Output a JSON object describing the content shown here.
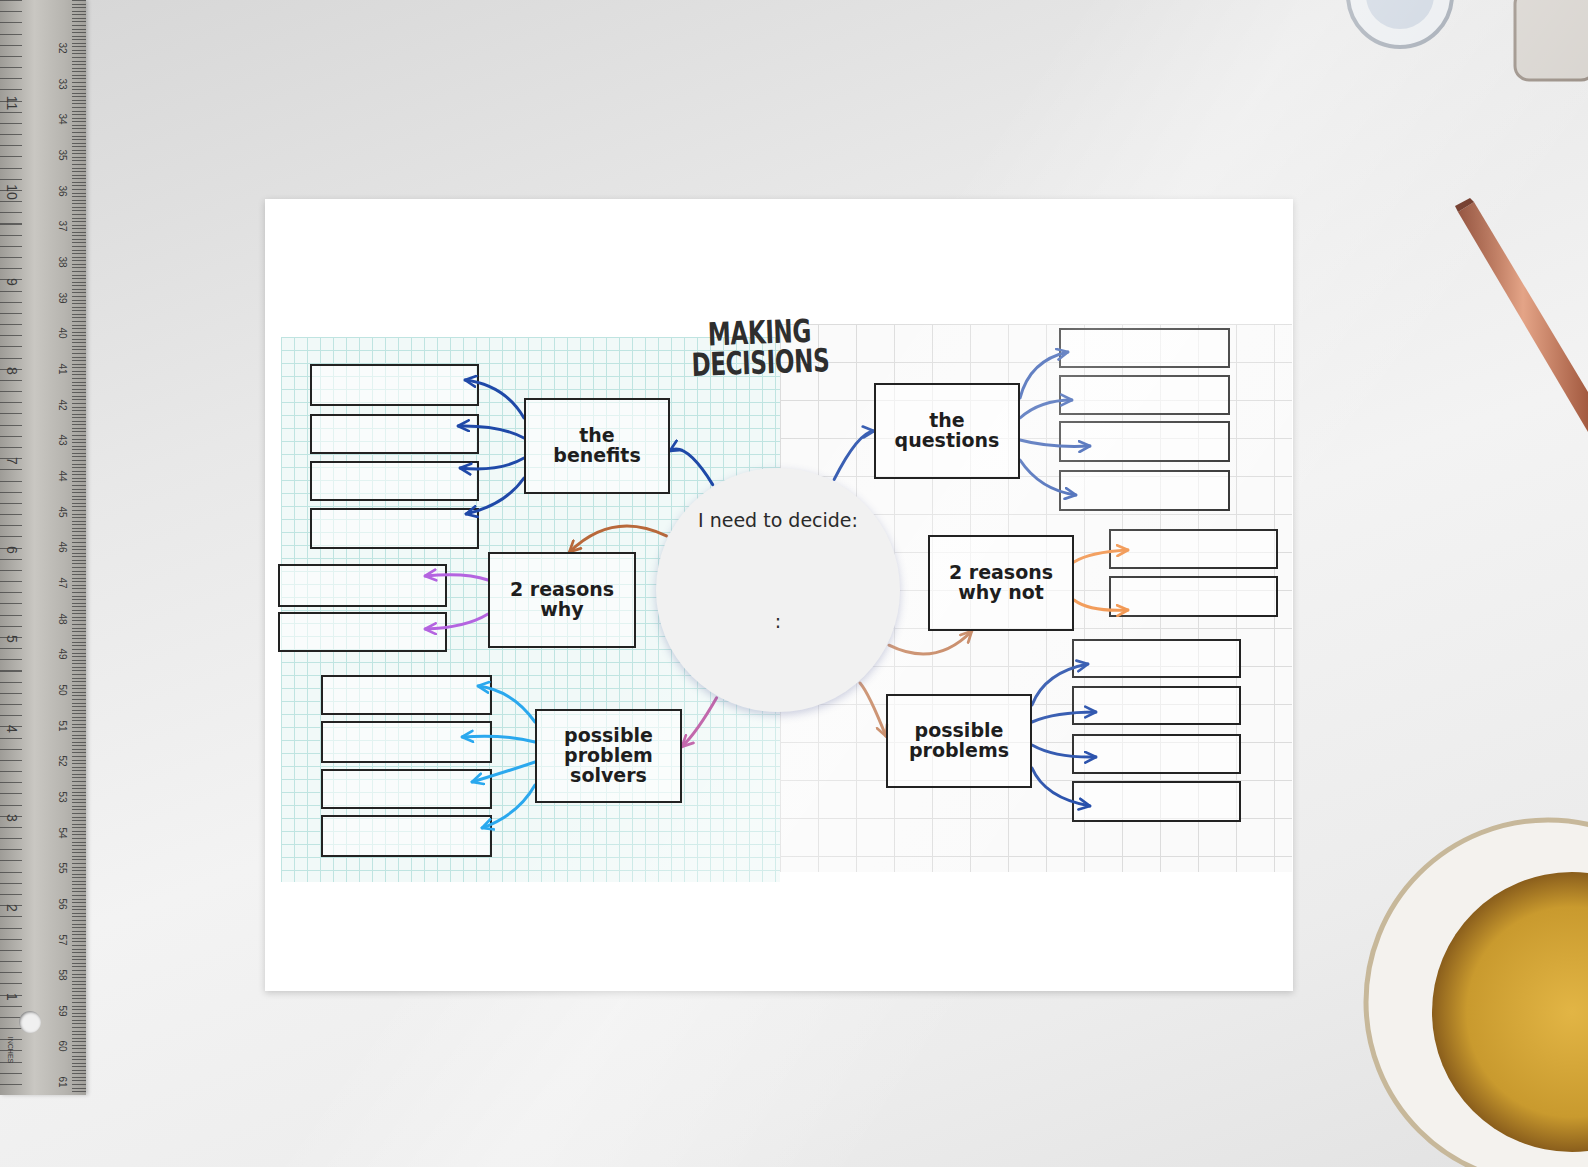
{
  "diagram": {
    "title": "MAKING DECISIONS",
    "nodes": [
      {
        "text": [
          "I need to decide:",
          ":"
        ]
      },
      {
        "text": [
          "the benefits"
        ]
      },
      {
        "text": [
          "2 reasons why"
        ]
      },
      {
        "text": [
          "possible problem solvers"
        ]
      },
      {
        "text": [
          "the questions"
        ]
      },
      {
        "text": [
          "2 reasons why not"
        ]
      },
      {
        "text": [
          "possible problems"
        ]
      }
    ],
    "edges": [
      {
        "from": 0,
        "to": 1,
        "arrow": "to"
      },
      {
        "from": 0,
        "to": 2,
        "arrow": "to"
      },
      {
        "from": 0,
        "to": 3,
        "arrow": "to"
      },
      {
        "from": 0,
        "to": 4,
        "arrow": "to"
      },
      {
        "from": 0,
        "to": 5,
        "arrow": "to"
      },
      {
        "from": 0,
        "to": 6,
        "arrow": "to"
      }
    ],
    "labels": [
      "11",
      "10",
      "9",
      "8",
      "7",
      "6",
      "5",
      "4",
      "3",
      "2",
      "1",
      "32",
      "33",
      "34",
      "35",
      "36",
      "37",
      "38",
      "39",
      "40",
      "41",
      "42",
      "43",
      "44",
      "45",
      "46",
      "47",
      "48",
      "49",
      "50",
      "51",
      "52",
      "53",
      "54",
      "55",
      "56",
      "57",
      "58",
      "59",
      "60",
      "61",
      "INCHES"
    ]
  }
}
